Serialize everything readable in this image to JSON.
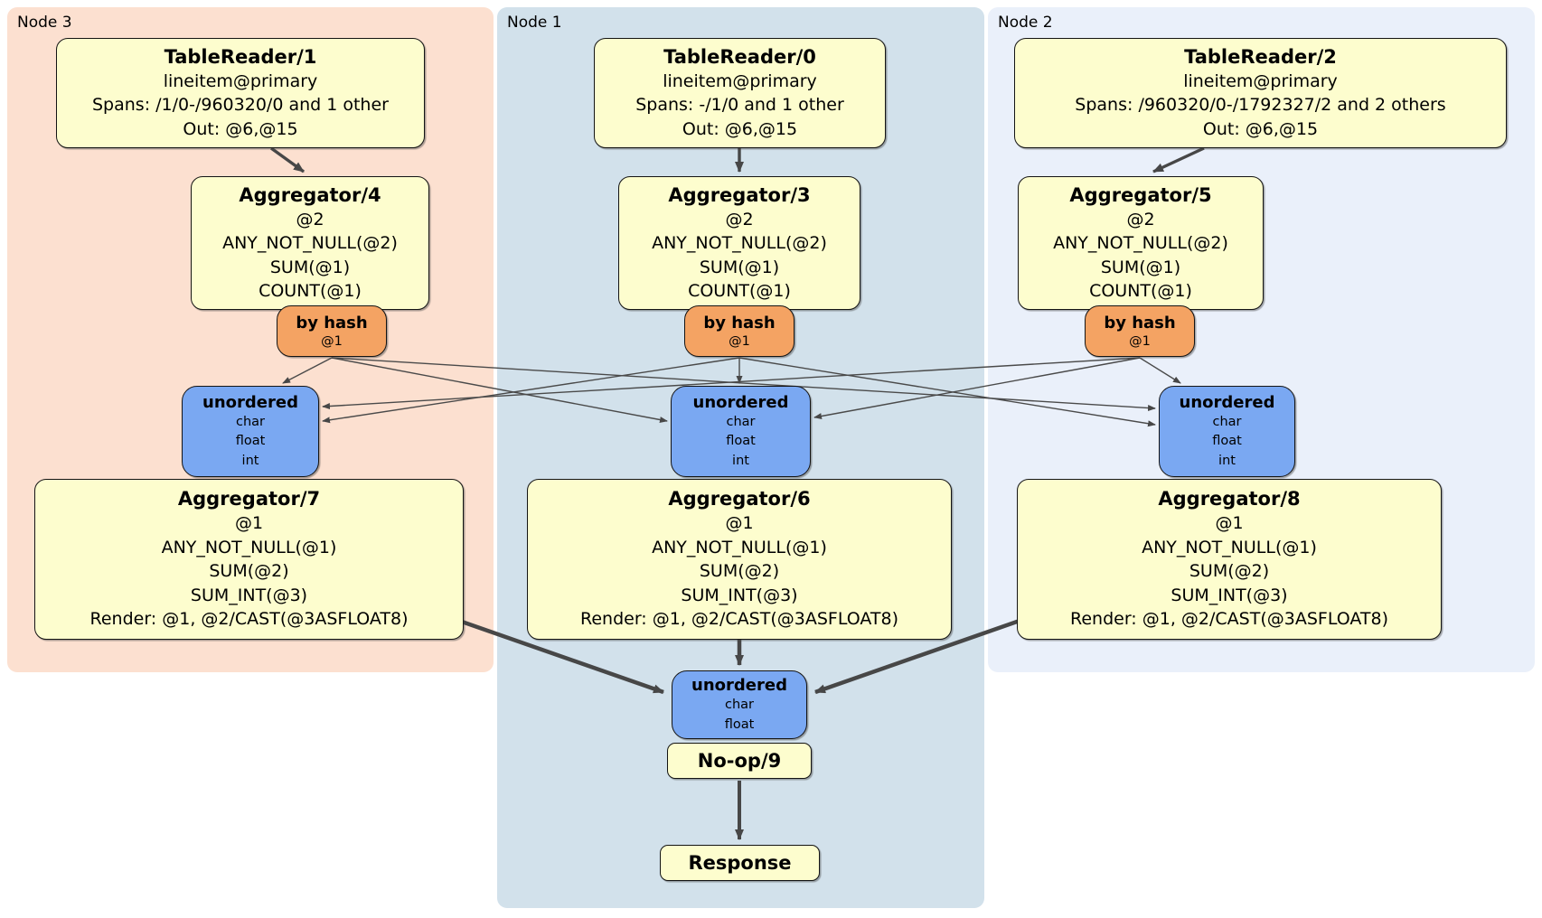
{
  "colors": {
    "node3_bg": "#fce0d0",
    "node1_bg": "#d2e1eb",
    "node2_bg": "#eaf0fa",
    "processor_bg": "#fdfdce",
    "router_bg": "#f4a363",
    "sync_bg": "#7aa8f2",
    "edge": "#474747",
    "box_border": "#141414"
  },
  "regions": [
    {
      "label": "Node 3",
      "table_reader": {
        "title": "TableReader/1",
        "index": "lineitem@primary",
        "spans": "Spans: /1/0-/960320/0 and 1 other",
        "out": "Out: @6,@15"
      },
      "aggregator_top": {
        "title": "Aggregator/4",
        "lines": [
          "@2",
          "ANY_NOT_NULL(@2)",
          "SUM(@1)",
          "COUNT(@1)"
        ]
      },
      "router": {
        "title": "by hash",
        "detail": "@1"
      },
      "sync": {
        "title": "unordered",
        "streams": [
          "char",
          "float",
          "int"
        ]
      },
      "aggregator_bottom": {
        "title": "Aggregator/7",
        "lines": [
          "@1",
          "ANY_NOT_NULL(@1)",
          "SUM(@2)",
          "SUM_INT(@3)",
          "Render: @1, @2/CAST(@3ASFLOAT8)"
        ]
      }
    },
    {
      "label": "Node 1",
      "table_reader": {
        "title": "TableReader/0",
        "index": "lineitem@primary",
        "spans": "Spans: -/1/0 and 1 other",
        "out": "Out: @6,@15"
      },
      "aggregator_top": {
        "title": "Aggregator/3",
        "lines": [
          "@2",
          "ANY_NOT_NULL(@2)",
          "SUM(@1)",
          "COUNT(@1)"
        ]
      },
      "router": {
        "title": "by hash",
        "detail": "@1"
      },
      "sync": {
        "title": "unordered",
        "streams": [
          "char",
          "float",
          "int"
        ]
      },
      "aggregator_bottom": {
        "title": "Aggregator/6",
        "lines": [
          "@1",
          "ANY_NOT_NULL(@1)",
          "SUM(@2)",
          "SUM_INT(@3)",
          "Render: @1, @2/CAST(@3ASFLOAT8)"
        ]
      }
    },
    {
      "label": "Node 2",
      "table_reader": {
        "title": "TableReader/2",
        "index": "lineitem@primary",
        "spans": "Spans: /960320/0-/1792327/2 and 2 others",
        "out": "Out: @6,@15"
      },
      "aggregator_top": {
        "title": "Aggregator/5",
        "lines": [
          "@2",
          "ANY_NOT_NULL(@2)",
          "SUM(@1)",
          "COUNT(@1)"
        ]
      },
      "router": {
        "title": "by hash",
        "detail": "@1"
      },
      "sync": {
        "title": "unordered",
        "streams": [
          "char",
          "float",
          "int"
        ]
      },
      "aggregator_bottom": {
        "title": "Aggregator/8",
        "lines": [
          "@1",
          "ANY_NOT_NULL(@1)",
          "SUM(@2)",
          "SUM_INT(@3)",
          "Render: @1, @2/CAST(@3ASFLOAT8)"
        ]
      }
    }
  ],
  "final_stage": {
    "sync": {
      "title": "unordered",
      "streams": [
        "char",
        "float"
      ]
    },
    "noop": {
      "title": "No-op/9"
    },
    "response": {
      "title": "Response"
    }
  }
}
